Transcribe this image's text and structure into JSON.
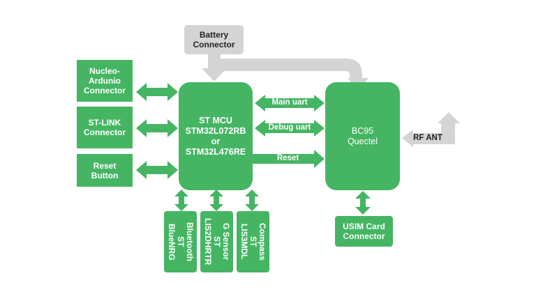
{
  "colors": {
    "green": "#45b563",
    "gray": "#d4d4d4",
    "text_light": "#ffffff",
    "text_dark": "#222222"
  },
  "blocks": {
    "battery": "Battery\nConnector",
    "nucleo": "Nucleo-\nArdunio\nConnector",
    "stlink": "ST-LINK\nConnector",
    "reset_button": "Reset\nButton",
    "mcu": "ST MCU\nSTM32L072RB\nor\nSTM32L476RE",
    "bc95": "BC95\nQuectel",
    "usim": "USIM Card\nConnector",
    "bluetooth": "Bluetooth\nST\nBlueNRG",
    "gsensor": "G Sensor\nST\nLIS2DHRTR",
    "compass": "Compass\nST\nLIS3MDL"
  },
  "links": {
    "main_uart": "Main uart",
    "debug_uart": "Debug uart",
    "reset": "Reset",
    "rf_ant": "RF ANT"
  }
}
